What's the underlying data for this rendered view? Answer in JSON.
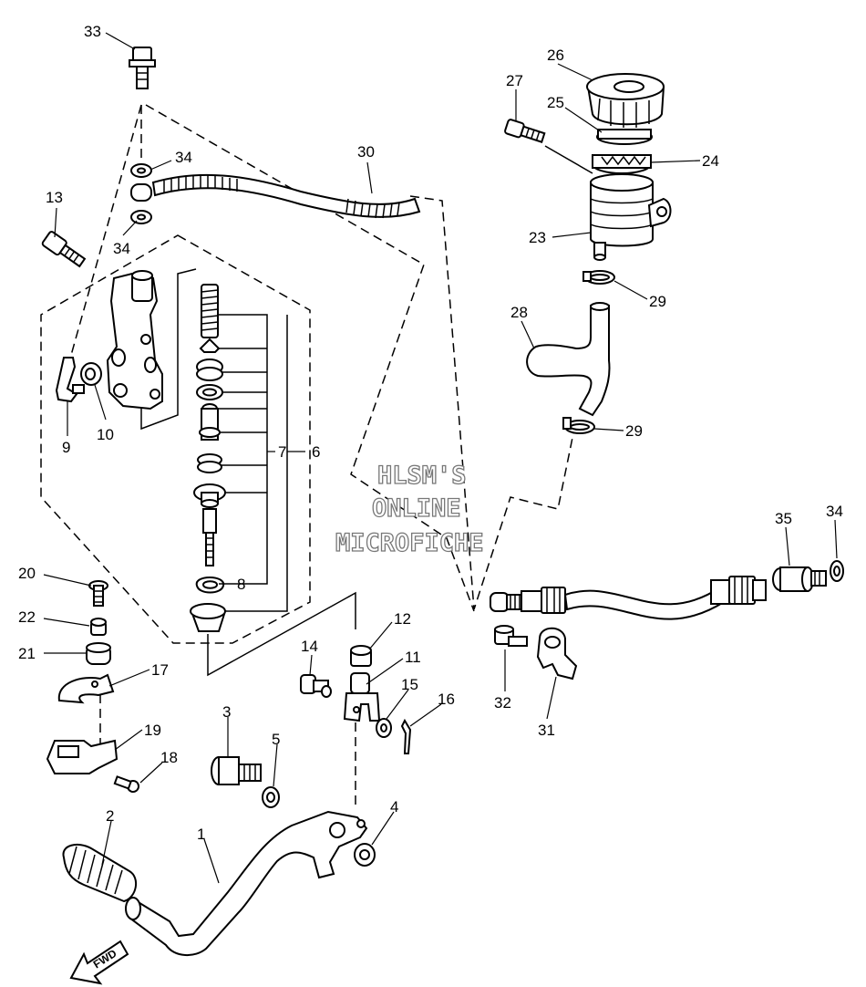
{
  "watermark": {
    "line1": "HLSM'S",
    "line2": "ONLINE",
    "line3": "MICROFICHE"
  },
  "fwd_label": "FWD",
  "callouts": [
    "1",
    "2",
    "3",
    "4",
    "5",
    "6",
    "7",
    "8",
    "9",
    "10",
    "11",
    "12",
    "13",
    "14",
    "15",
    "16",
    "17",
    "18",
    "19",
    "20",
    "21",
    "22",
    "23",
    "24",
    "25",
    "26",
    "27",
    "28",
    "29",
    "30",
    "31",
    "32",
    "33",
    "34",
    "35"
  ],
  "labels": {
    "l33": "33",
    "l34a": "34",
    "l34b": "34",
    "l34c": "34",
    "l13": "13",
    "l30": "30",
    "l26": "26",
    "l27": "27",
    "l25": "25",
    "l24": "24",
    "l23": "23",
    "l29a": "29",
    "l29b": "29",
    "l28": "28",
    "l9": "9",
    "l10": "10",
    "l7": "7",
    "l6": "6",
    "l8": "8",
    "l35": "35",
    "l20": "20",
    "l22": "22",
    "l21": "21",
    "l12": "12",
    "l14": "14",
    "l11": "11",
    "l17": "17",
    "l15": "15",
    "l16": "16",
    "l32": "32",
    "l31": "31",
    "l19": "19",
    "l18": "18",
    "l3": "3",
    "l5": "5",
    "l4": "4",
    "l2": "2",
    "l1": "1"
  }
}
